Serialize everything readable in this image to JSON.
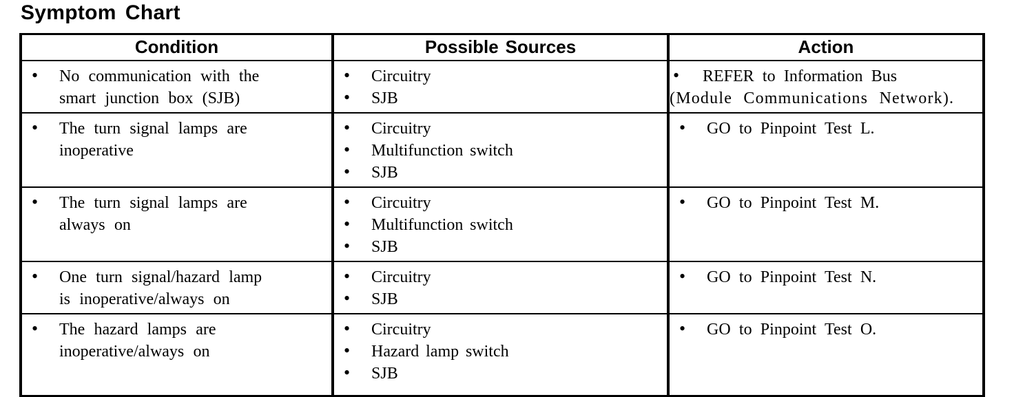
{
  "page_title": "Symptom Chart",
  "glyphs": {
    "bullet": "•"
  },
  "colors": {
    "text": "#000000",
    "border": "#000000",
    "background": "#ffffff"
  },
  "table": {
    "headers": [
      "Condition",
      "Possible Sources",
      "Action"
    ],
    "rows": [
      {
        "condition": {
          "items": [
            {
              "lines": [
                "No communication with the",
                "smart junction box (SJB)"
              ]
            }
          ]
        },
        "sources": {
          "items": [
            {
              "lines": [
                "Circuitry"
              ]
            },
            {
              "lines": [
                "SJB"
              ]
            }
          ]
        },
        "action": {
          "items": [
            {
              "lines": [
                "REFER to Information Bus",
                "(Module Communications Network)."
              ]
            }
          ]
        }
      },
      {
        "condition": {
          "items": [
            {
              "lines": [
                "The turn signal lamps are",
                "inoperative"
              ]
            }
          ]
        },
        "sources": {
          "items": [
            {
              "lines": [
                "Circuitry"
              ]
            },
            {
              "lines": [
                "Multifunction switch"
              ]
            },
            {
              "lines": [
                "SJB"
              ]
            }
          ]
        },
        "action": {
          "items": [
            {
              "lines": [
                "GO to Pinpoint Test L."
              ]
            }
          ]
        }
      },
      {
        "condition": {
          "items": [
            {
              "lines": [
                "The turn signal lamps are",
                "always on"
              ]
            }
          ]
        },
        "sources": {
          "items": [
            {
              "lines": [
                "Circuitry"
              ]
            },
            {
              "lines": [
                "Multifunction switch"
              ]
            },
            {
              "lines": [
                "SJB"
              ]
            }
          ]
        },
        "action": {
          "items": [
            {
              "lines": [
                "GO to Pinpoint Test M."
              ]
            }
          ]
        }
      },
      {
        "condition": {
          "items": [
            {
              "lines": [
                "One turn signal/hazard lamp",
                "is inoperative/always on"
              ]
            }
          ]
        },
        "sources": {
          "items": [
            {
              "lines": [
                "Circuitry"
              ]
            },
            {
              "lines": [
                "SJB"
              ]
            }
          ]
        },
        "action": {
          "items": [
            {
              "lines": [
                "GO to Pinpoint Test N."
              ]
            }
          ]
        }
      },
      {
        "condition": {
          "items": [
            {
              "lines": [
                "The hazard lamps are",
                "inoperative/always on"
              ]
            }
          ]
        },
        "sources": {
          "items": [
            {
              "lines": [
                "Circuitry"
              ]
            },
            {
              "lines": [
                "Hazard lamp switch"
              ]
            },
            {
              "lines": [
                "SJB"
              ]
            }
          ]
        },
        "action": {
          "items": [
            {
              "lines": [
                "GO to Pinpoint Test O."
              ]
            }
          ]
        }
      }
    ]
  }
}
